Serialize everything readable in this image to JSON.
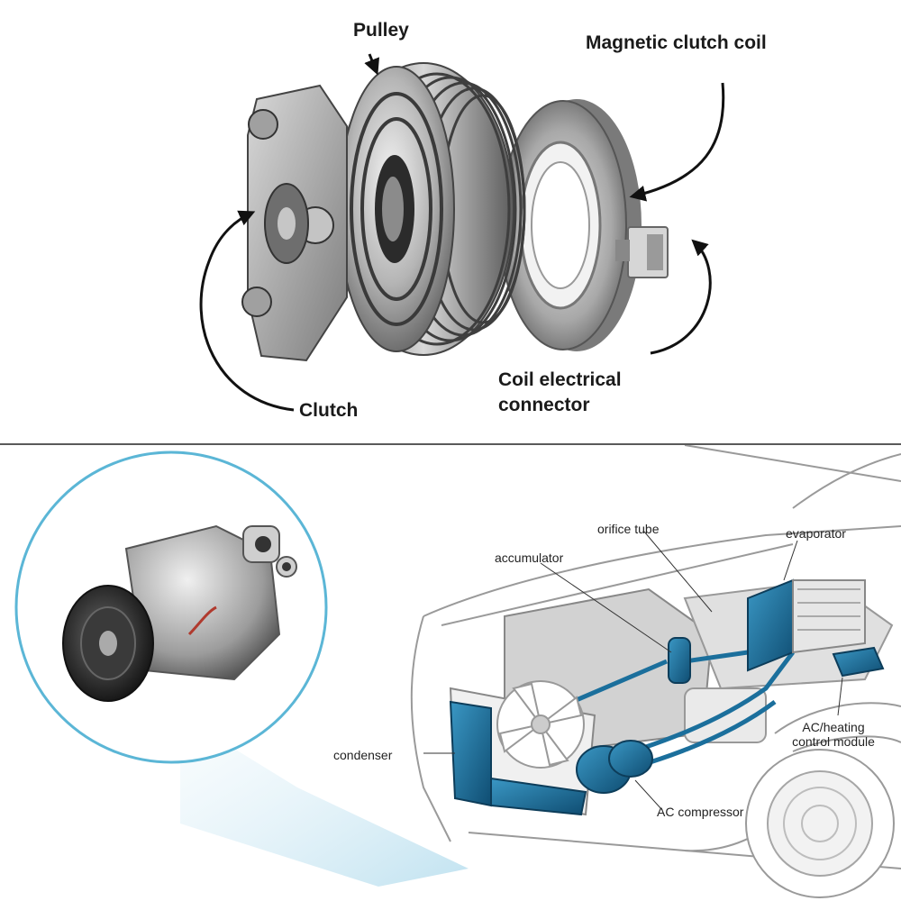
{
  "top_diagram": {
    "labels": {
      "pulley": "Pulley",
      "magnetic_clutch_coil": "Magnetic clutch coil",
      "clutch": "Clutch",
      "coil_connector_line1": "Coil electrical",
      "coil_connector_line2": "connector"
    }
  },
  "bottom_diagram": {
    "labels": {
      "orifice_tube": "orifice tube",
      "evaporator": "evaporator",
      "accumulator": "accumulator",
      "condenser": "condenser",
      "ac_heating_line1": "AC/heating",
      "ac_heating_line2": "control module",
      "ac_compressor": "AC compressor"
    },
    "colors": {
      "component_blue": "#1b6f9c",
      "inset_ring": "#5bb6d6",
      "line_art": "#9a9a9a"
    }
  }
}
